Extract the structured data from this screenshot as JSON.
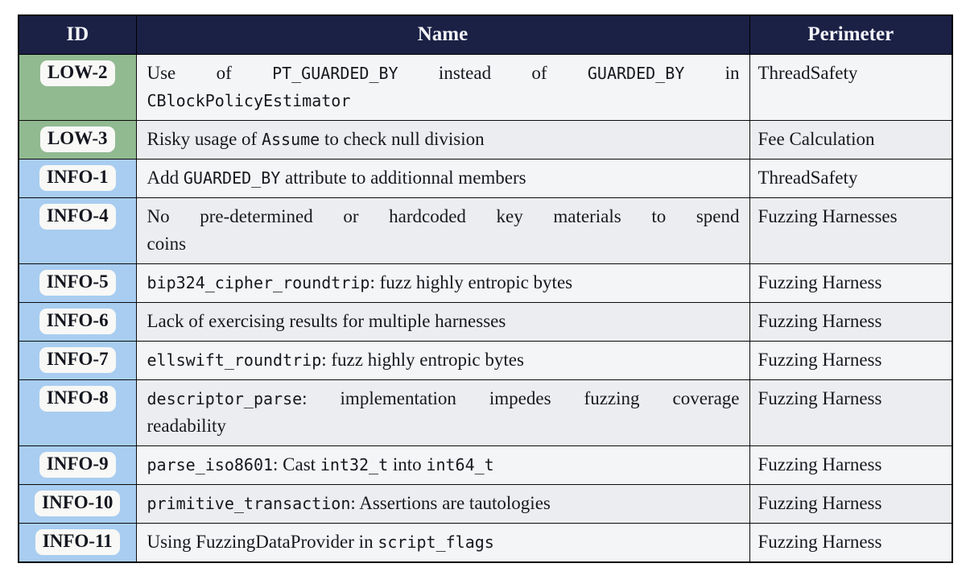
{
  "table": {
    "headers": {
      "id": "ID",
      "name": "Name",
      "perimeter": "Perimeter"
    },
    "rows": [
      {
        "id": "LOW-2",
        "severity": "low",
        "name_lines": [
          [
            {
              "t": "text",
              "v": "Use of "
            },
            {
              "t": "code",
              "v": "PT_GUARDED_BY"
            },
            {
              "t": "text",
              "v": " instead of "
            },
            {
              "t": "code",
              "v": "GUARDED_BY"
            },
            {
              "t": "text",
              "v": " in"
            }
          ],
          [
            {
              "t": "code",
              "v": "CBlockPolicyEstimator"
            }
          ]
        ],
        "perimeter": "ThreadSafety"
      },
      {
        "id": "LOW-3",
        "severity": "low",
        "name_lines": [
          [
            {
              "t": "text",
              "v": "Risky usage of "
            },
            {
              "t": "code",
              "v": "Assume"
            },
            {
              "t": "text",
              "v": " to check null division"
            }
          ]
        ],
        "perimeter": "Fee Calculation"
      },
      {
        "id": "INFO-1",
        "severity": "info",
        "name_lines": [
          [
            {
              "t": "text",
              "v": "Add "
            },
            {
              "t": "code",
              "v": "GUARDED_BY"
            },
            {
              "t": "text",
              "v": " attribute to additionnal members"
            }
          ]
        ],
        "perimeter": "ThreadSafety"
      },
      {
        "id": "INFO-4",
        "severity": "info",
        "name_lines": [
          [
            {
              "t": "text",
              "v": "No pre-determined or hardcoded key materials to spend"
            }
          ],
          [
            {
              "t": "text",
              "v": "coins"
            }
          ]
        ],
        "perimeter": "Fuzzing Harnesses"
      },
      {
        "id": "INFO-5",
        "severity": "info",
        "name_lines": [
          [
            {
              "t": "code",
              "v": "bip324_cipher_roundtrip"
            },
            {
              "t": "text",
              "v": ": fuzz highly entropic bytes"
            }
          ]
        ],
        "perimeter": "Fuzzing Harness"
      },
      {
        "id": "INFO-6",
        "severity": "info",
        "name_lines": [
          [
            {
              "t": "text",
              "v": "Lack of exercising results for multiple harnesses"
            }
          ]
        ],
        "perimeter": "Fuzzing Harness"
      },
      {
        "id": "INFO-7",
        "severity": "info",
        "name_lines": [
          [
            {
              "t": "code",
              "v": "ellswift_roundtrip"
            },
            {
              "t": "text",
              "v": ": fuzz highly entropic bytes"
            }
          ]
        ],
        "perimeter": "Fuzzing Harness"
      },
      {
        "id": "INFO-8",
        "severity": "info",
        "name_lines": [
          [
            {
              "t": "code",
              "v": "descriptor_parse"
            },
            {
              "t": "text",
              "v": ": implementation impedes fuzzing coverage"
            }
          ],
          [
            {
              "t": "text",
              "v": "readability"
            }
          ]
        ],
        "perimeter": "Fuzzing Harness"
      },
      {
        "id": "INFO-9",
        "severity": "info",
        "name_lines": [
          [
            {
              "t": "code",
              "v": "parse_iso8601"
            },
            {
              "t": "text",
              "v": ": Cast "
            },
            {
              "t": "code",
              "v": "int32_t"
            },
            {
              "t": "text",
              "v": " into "
            },
            {
              "t": "code",
              "v": "int64_t"
            }
          ]
        ],
        "perimeter": "Fuzzing Harness"
      },
      {
        "id": "INFO-10",
        "severity": "info",
        "name_lines": [
          [
            {
              "t": "code",
              "v": "primitive_transaction"
            },
            {
              "t": "text",
              "v": ": Assertions are tautologies"
            }
          ]
        ],
        "perimeter": "Fuzzing Harness"
      },
      {
        "id": "INFO-11",
        "severity": "info",
        "name_lines": [
          [
            {
              "t": "text",
              "v": "Using FuzzingDataProvider in "
            },
            {
              "t": "code",
              "v": "script_flags"
            }
          ]
        ],
        "perimeter": "Fuzzing Harness"
      }
    ]
  },
  "colors": {
    "header_bg": "#1b2145",
    "header_text": "#f3f4f9",
    "severity_low_bg": "#91ba91",
    "severity_info_bg": "#a8cdf0",
    "badge_bg": "#f8f8f6",
    "row_odd_bg": "#f4f5f7",
    "row_even_bg": "#ecedf0",
    "border": "#000000"
  }
}
